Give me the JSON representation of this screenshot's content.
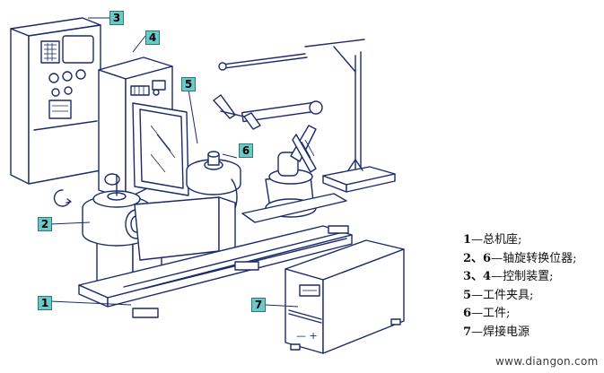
{
  "callouts": [
    {
      "id": "1",
      "text": "1"
    },
    {
      "id": "2",
      "text": "2"
    },
    {
      "id": "3",
      "text": "3"
    },
    {
      "id": "4",
      "text": "4"
    },
    {
      "id": "5",
      "text": "5"
    },
    {
      "id": "6",
      "text": "6"
    },
    {
      "id": "7",
      "text": "7"
    }
  ],
  "legend": [
    {
      "num": "1",
      "text": "—总机座;"
    },
    {
      "num": "2、6",
      "text": "—轴旋转换位器;"
    },
    {
      "num": "3、4",
      "text": "—控制装置;"
    },
    {
      "num": "5",
      "text": "—工件夹具;"
    },
    {
      "num": "6",
      "text": "—工件;"
    },
    {
      "num": "7",
      "text": "—焊接电源"
    }
  ],
  "watermark": "www.diangon.com"
}
